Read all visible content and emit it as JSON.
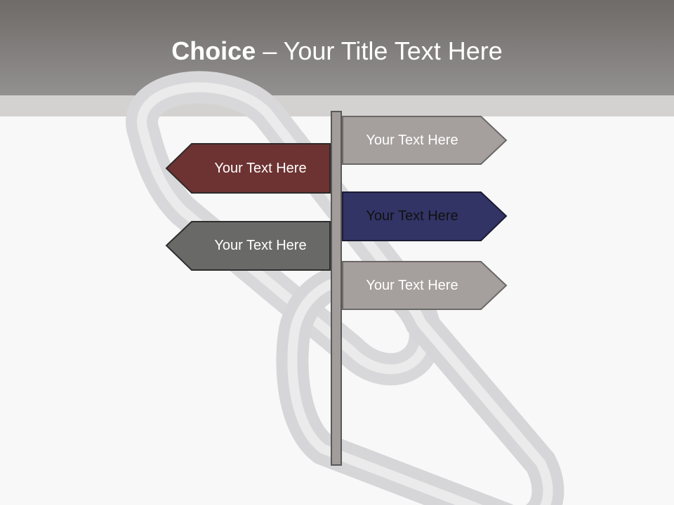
{
  "slide": {
    "title_bold": "Choice",
    "title_rest": " – Your Title Text Here"
  },
  "signs": [
    {
      "label": "Your Text Here",
      "direction": "right",
      "fill": "#a5a09d",
      "text_color": "#ffffff"
    },
    {
      "label": "Your Text Here",
      "direction": "left",
      "fill": "#6d3332",
      "text_color": "#ffffff"
    },
    {
      "label": "Your Text Here",
      "direction": "right",
      "fill": "#323466",
      "text_color": "#111111"
    },
    {
      "label": "Your Text Here",
      "direction": "left",
      "fill": "#696968",
      "text_color": "#ffffff"
    },
    {
      "label": "Your Text Here",
      "direction": "right",
      "fill": "#a5a09d",
      "text_color": "#ffffff"
    }
  ],
  "colors": {
    "header": "#8a8683",
    "pole": "#a29d9a",
    "outline": "#3f3d3d"
  }
}
